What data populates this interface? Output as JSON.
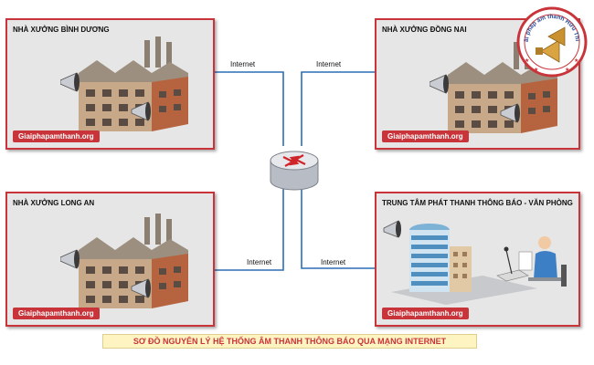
{
  "nodes": {
    "binh_duong": {
      "title": "NHÀ XƯỞNG BÌNH DƯƠNG",
      "site": "Giaiphapamthanh.org"
    },
    "dong_nai": {
      "title": "NHÀ XƯỞNG ĐỒNG NAI",
      "site": "Giaiphapamthanh.org"
    },
    "long_an": {
      "title": "NHÀ XƯỞNG LONG AN",
      "site": "Giaiphapamthanh.org"
    },
    "center": {
      "title": "TRUNG TÂM PHÁT THANH THÔNG BÁO - VĂN PHÒNG",
      "site": "Giaiphapamthanh.org"
    }
  },
  "links": {
    "top_left": "Internet",
    "top_right": "Internet",
    "bottom_left": "Internet",
    "bottom_right": "Internet"
  },
  "logo": {
    "text": "Giải pháp âm thanh Hữu Thiện"
  },
  "caption": "SƠ ĐỒ NGUYÊN LÝ HỆ THỐNG ÂM THANH THÔNG BÁO QUA MẠNG INTERNET",
  "colors": {
    "panel_border": "#c8343a",
    "panel_bg": "#e6e6e6",
    "link_line": "#2b6fb5",
    "caption_text": "#c8343a",
    "caption_bg": "#fdf4c2"
  }
}
